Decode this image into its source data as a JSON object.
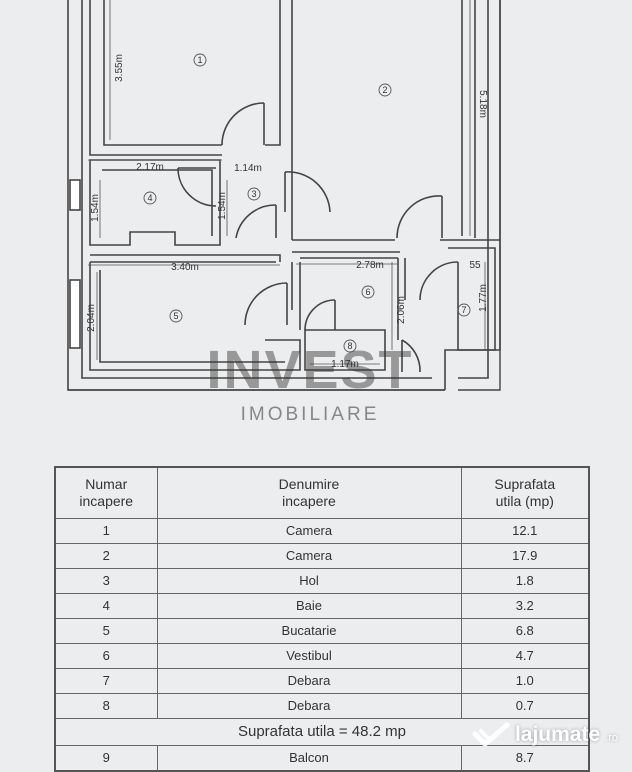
{
  "plan": {
    "rooms": [
      {
        "number": "1"
      },
      {
        "number": "2"
      },
      {
        "number": "3"
      },
      {
        "number": "4"
      },
      {
        "number": "5"
      },
      {
        "number": "6"
      },
      {
        "number": "7"
      },
      {
        "number": "8"
      }
    ],
    "dimensions": {
      "d_355": "3.55m",
      "d_518": "5.18m",
      "d_217": "2.17m",
      "d_114": "1.14m",
      "d_154a": "1.54m",
      "d_154b": "1.54m",
      "d_340": "3.40m",
      "d_278": "2.78m",
      "d_55": "55",
      "d_204": "2.04m",
      "d_206": "2.06m",
      "d_177": "1.77m",
      "d_117": "1.17m"
    }
  },
  "watermark": {
    "brand": "INVEST",
    "sub": "IMOBILIARE"
  },
  "table": {
    "headers": {
      "num": [
        "Numar",
        "incapere"
      ],
      "name": [
        "Denumire",
        "incapere"
      ],
      "area": [
        "Suprafata",
        "utila (mp)"
      ]
    },
    "rows": [
      {
        "num": "1",
        "name": "Camera",
        "area": "12.1"
      },
      {
        "num": "2",
        "name": "Camera",
        "area": "17.9"
      },
      {
        "num": "3",
        "name": "Hol",
        "area": "1.8"
      },
      {
        "num": "4",
        "name": "Baie",
        "area": "3.2"
      },
      {
        "num": "5",
        "name": "Bucatarie",
        "area": "6.8"
      },
      {
        "num": "6",
        "name": "Vestibul",
        "area": "4.7"
      },
      {
        "num": "7",
        "name": "Debara",
        "area": "1.0"
      },
      {
        "num": "8",
        "name": "Debara",
        "area": "0.7"
      }
    ],
    "total": "Suprafata utila = 48.2 mp",
    "extra": {
      "num": "9",
      "name": "Balcon",
      "area": "8.7"
    }
  },
  "logo": {
    "text": "lajumate",
    "suffix": ".ro"
  }
}
